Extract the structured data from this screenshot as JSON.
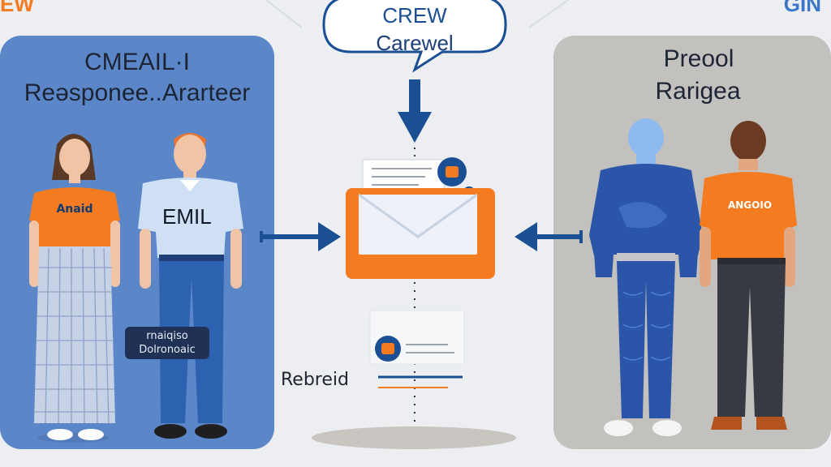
{
  "corners": {
    "left": "EW",
    "right": "GIN"
  },
  "colors": {
    "background": "#eceef1",
    "left_panel": "#5b87c9",
    "right_panel": "#c2c1be",
    "accent_orange": "#f47b20",
    "navy": "#1b4f94",
    "envelope_face": "#eef2f8"
  },
  "center": {
    "bubble_line1": "CREW",
    "bubble_line2": "Carewel",
    "document_label": "Rebreid",
    "envelope_icon": "envelope-icon",
    "notification_icon": "notification-icon"
  },
  "left_panel": {
    "title_line1": "CMEAIL·I",
    "title_line2": "Reəsponee..Ararteer",
    "person1_shirt": "Anaid",
    "person2_shirt": "EMIL",
    "tag_line1": "rnaiqiso",
    "tag_line2": "Dolronoaic"
  },
  "right_panel": {
    "title_line1": "Preool",
    "title_line2": "Rarigea",
    "person2_shirt": "ANGOIO"
  }
}
